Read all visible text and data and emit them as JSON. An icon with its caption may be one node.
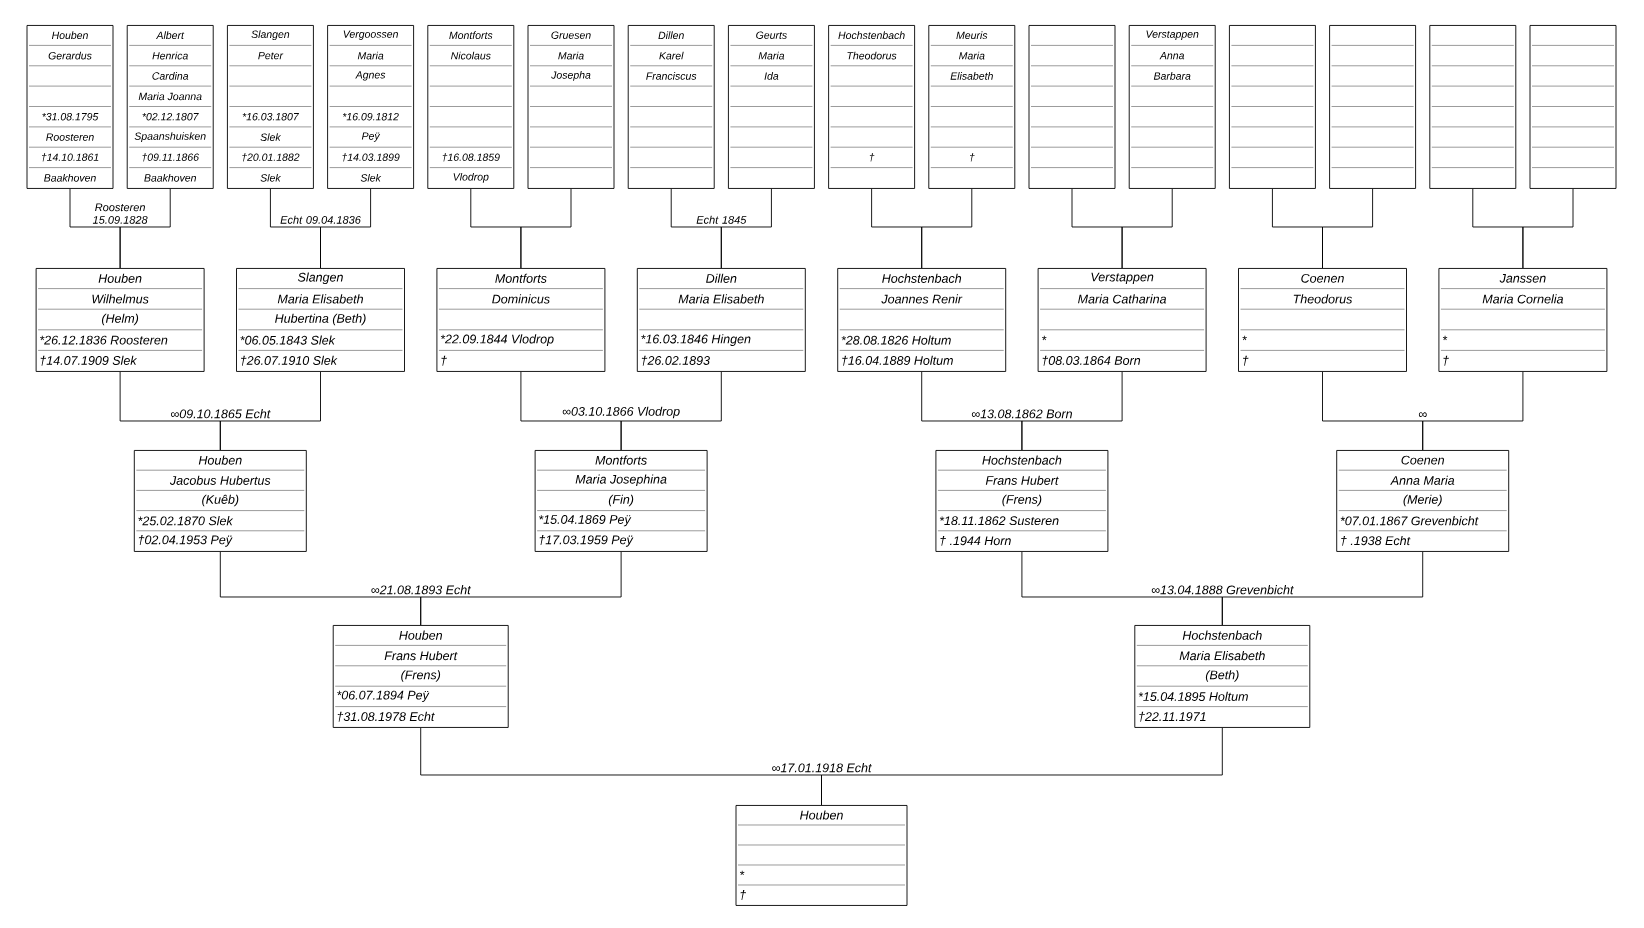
{
  "diagram": {
    "nodes": [
      {
        "text": [
          "Houben",
          "Gerardus",
          "*31.08.1795",
          "Roosteren",
          "†14.10.1861",
          "Baakhoven"
        ]
      },
      {
        "text": [
          "Albert",
          "Henrica",
          "Cardina",
          "Maria Joanna",
          "*02.12.1807",
          "Spaanshuisken",
          "†09.11.1866",
          "Baakhoven"
        ]
      },
      {
        "text": [
          "Slangen",
          "Peter",
          "*16.03.1807",
          "Slek",
          "†20.01.1882",
          "Slek"
        ]
      },
      {
        "text": [
          "Vergoossen",
          "Maria",
          "Agnes",
          "*16.09.1812",
          "Peÿ",
          "†14.03.1899",
          "Slek"
        ]
      },
      {
        "text": [
          "Montforts",
          "Nicolaus",
          "†16.08.1859",
          "Vlodrop"
        ]
      },
      {
        "text": [
          "Gruesen",
          "Maria",
          "Josepha"
        ]
      },
      {
        "text": [
          "Dillen",
          "Karel",
          "Franciscus"
        ]
      },
      {
        "text": [
          "Geurts",
          "Maria",
          "Ida"
        ]
      },
      {
        "text": [
          "Hochstenbach",
          "Theodorus",
          "†"
        ]
      },
      {
        "text": [
          "Meuris",
          "Maria",
          "Elisabeth",
          "†"
        ]
      },
      {
        "text": [],
        "shape": "box"
      },
      {
        "text": [
          "Verstappen",
          "Anna",
          "Barbara"
        ]
      },
      {
        "text": [],
        "shape": "box"
      },
      {
        "text": [],
        "shape": "box"
      },
      {
        "text": [],
        "shape": "box"
      },
      {
        "text": [],
        "shape": "box"
      },
      {
        "text": [
          "Houben",
          "Wilhelmus",
          "(Helm)",
          "*26.12.1836 Roosteren",
          "†14.07.1909 Slek"
        ]
      },
      {
        "text": [
          "Slangen",
          "Maria Elisabeth",
          "Hubertina (Beth)",
          "*06.05.1843 Slek",
          "†26.07.1910 Slek"
        ]
      },
      {
        "text": [
          "Montforts",
          "Dominicus",
          "*22.09.1844 Vlodrop",
          "†"
        ]
      },
      {
        "text": [
          "Dillen",
          "Maria Elisabeth",
          "*16.03.1846 Hingen",
          "†26.02.1893"
        ]
      },
      {
        "text": [
          "Hochstenbach",
          "Joannes Renir",
          "*28.08.1826 Holtum",
          "†16.04.1889 Holtum"
        ]
      },
      {
        "text": [
          "Verstappen",
          "Maria Catharina",
          "*",
          "†08.03.1864 Born"
        ]
      },
      {
        "text": [
          "Coenen",
          "Theodorus",
          "*",
          "†"
        ]
      },
      {
        "text": [
          "Janssen",
          "Maria Cornelia",
          "*",
          "†"
        ]
      },
      {
        "text": [
          "Houben",
          "Jacobus Hubertus",
          "(Kuêb)",
          "*25.02.1870 Slek",
          "†02.04.1953 Peÿ"
        ]
      },
      {
        "text": [
          "Montforts",
          "Maria Josephina",
          "(Fin)",
          "*15.04.1869 Peÿ",
          "†17.03.1959 Peÿ"
        ]
      },
      {
        "text": [
          "Hochstenbach",
          "Frans Hubert",
          "(Frens)",
          "*18.11.1862 Susteren",
          "† .1944 Horn"
        ]
      },
      {
        "text": [
          "Coenen",
          "Anna Maria",
          "(Merie)",
          "*07.01.1867 Grevenbicht",
          "† .1938 Echt"
        ]
      },
      {
        "text": [
          "Houben",
          "Frans Hubert",
          "(Frens)",
          "*06.07.1894 Peÿ",
          "†31.08.1978 Echt"
        ]
      },
      {
        "text": [
          "Hochstenbach",
          "Maria Elisabeth",
          "(Beth)",
          "*15.04.1895 Holtum",
          "†22.11.1971"
        ]
      },
      {
        "text": [
          "Houben",
          "*",
          "†"
        ]
      }
    ],
    "edges": [
      {
        "from": 0,
        "to": 16,
        "arrow": "none",
        "label": "Roosteren 15.09.1828"
      },
      {
        "from": 1,
        "to": 16,
        "arrow": "none"
      },
      {
        "from": 2,
        "to": 17,
        "arrow": "none",
        "label": "Echt 09.04.1836"
      },
      {
        "from": 3,
        "to": 17,
        "arrow": "none"
      },
      {
        "from": 4,
        "to": 18,
        "arrow": "none"
      },
      {
        "from": 5,
        "to": 18,
        "arrow": "none"
      },
      {
        "from": 6,
        "to": 19,
        "arrow": "none",
        "label": "Echt 1845"
      },
      {
        "from": 7,
        "to": 19,
        "arrow": "none"
      },
      {
        "from": 8,
        "to": 20,
        "arrow": "none"
      },
      {
        "from": 9,
        "to": 20,
        "arrow": "none"
      },
      {
        "from": 10,
        "to": 21,
        "arrow": "none"
      },
      {
        "from": 11,
        "to": 21,
        "arrow": "none"
      },
      {
        "from": 12,
        "to": 22,
        "arrow": "none"
      },
      {
        "from": 13,
        "to": 22,
        "arrow": "none"
      },
      {
        "from": 14,
        "to": 23,
        "arrow": "none"
      },
      {
        "from": 15,
        "to": 23,
        "arrow": "none"
      },
      {
        "from": 16,
        "to": 24,
        "arrow": "none",
        "label": "∞09.10.1865 Echt"
      },
      {
        "from": 17,
        "to": 24,
        "arrow": "none"
      },
      {
        "from": 18,
        "to": 25,
        "arrow": "none",
        "label": "∞03.10.1866 Vlodrop"
      },
      {
        "from": 19,
        "to": 25,
        "arrow": "none"
      },
      {
        "from": 20,
        "to": 26,
        "arrow": "none",
        "label": "∞13.08.1862 Born"
      },
      {
        "from": 21,
        "to": 26,
        "arrow": "none"
      },
      {
        "from": 22,
        "to": 27,
        "arrow": "none",
        "label": "∞"
      },
      {
        "from": 23,
        "to": 27,
        "arrow": "none"
      },
      {
        "from": 24,
        "to": 28,
        "arrow": "none",
        "label": "∞21.08.1893 Echt"
      },
      {
        "from": 25,
        "to": 28,
        "arrow": "none"
      },
      {
        "from": 26,
        "to": 29,
        "arrow": "none",
        "label": "∞13.04.1888 Grevenbicht"
      },
      {
        "from": 27,
        "to": 29,
        "arrow": "none"
      },
      {
        "from": 28,
        "to": 30,
        "arrow": "none",
        "label": "∞17.01.1918 Echt"
      },
      {
        "from": 29,
        "to": 30,
        "arrow": "none"
      }
    ]
  }
}
